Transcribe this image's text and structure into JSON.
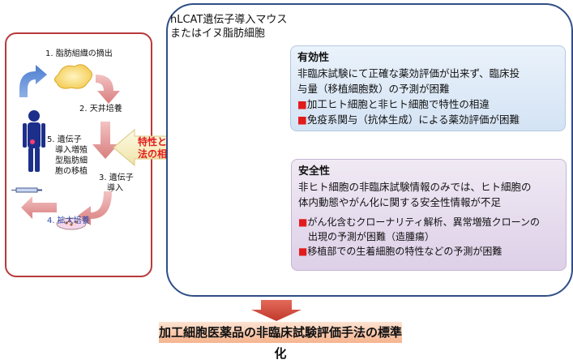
{
  "left_process": {
    "steps": [
      {
        "label": "1. 脂肪組織の摘出"
      },
      {
        "label": "2. 天井培養"
      },
      {
        "label": "3. 遺伝子導入",
        "lines": [
          "3. 遺伝子",
          "導入"
        ]
      },
      {
        "label": "4. 拡大培養"
      },
      {
        "label": "5. 遺伝子導入増殖型脂肪細胞の移植",
        "lines": [
          "5. 遺伝子",
          "導入増殖",
          "型脂肪細",
          "胞の移植"
        ]
      }
    ]
  },
  "difference_label": {
    "lines": [
      "特性と製",
      "法の相違"
    ]
  },
  "model": {
    "lines": [
      "hLCAT遺伝子導入マウス",
      "またはイヌ脂肪細胞"
    ]
  },
  "efficacy": {
    "title": "有効性",
    "lines": [
      "非臨床試験にて正確な薬効評価が出来ず、臨床投",
      "与量（移植細胞数）の予測が困難"
    ],
    "bullets": [
      {
        "marker": "■",
        "text": "加工ヒト細胞と非ヒト細胞で特性の相違"
      },
      {
        "marker": "■",
        "text": "免疫系関与（抗体生成）による薬効評価が困難"
      }
    ]
  },
  "safety": {
    "title": "安全性",
    "lines": [
      "非ヒト細胞の非臨床試験情報のみでは、ヒト細胞の",
      "体内動態やがん化に関する安全性情報が不足"
    ],
    "bullets": [
      {
        "marker": "■",
        "lines": [
          "がん化含むクローナリティ解析、異常増殖クローンの",
          "出現の予測が困難（造腫瘍）"
        ]
      },
      {
        "marker": "■",
        "lines": [
          "移植部での生着細胞の特性などの予測が困難"
        ]
      }
    ]
  },
  "conclusion": "加工細胞医薬品の非臨床試験評価手法の標準化",
  "colors": {
    "left_border": "#b8393b",
    "right_border": "#2f4e86",
    "red": "#e21b1b",
    "cycle_arrow": "#d98a8a",
    "blue_arrow": "#6a95d8"
  }
}
